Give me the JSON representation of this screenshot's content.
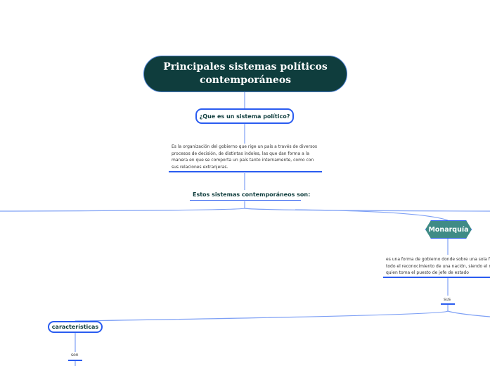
{
  "title": "Principales sistemas políticos contemporáneos",
  "question": "¿Que es un sistema político?",
  "definition": "Es la organización del gobierno que rige un país a través de diversos procesos de decisión, de distintas índoles, las que dan forma a la manera en que se comporta un país tanto internamente, como con sus relaciones extranjeras.",
  "systems_heading": "Estos sistemas contemporáneos son:",
  "monarquia": {
    "label": "Monarquía",
    "definition_lines": [
      "es una forma de gobierno donde sobre una sola fami",
      "todo el reconocimiento de una nación, siendo el mona",
      "quien toma el puesto de jefe de estado"
    ],
    "connector": "sus"
  },
  "caracteristicas": {
    "label": "características",
    "connector": "son"
  },
  "colors": {
    "title_bg": "#0f3d3d",
    "accent": "#2a5cf0",
    "monarquia_bg": "#3f8b86"
  }
}
